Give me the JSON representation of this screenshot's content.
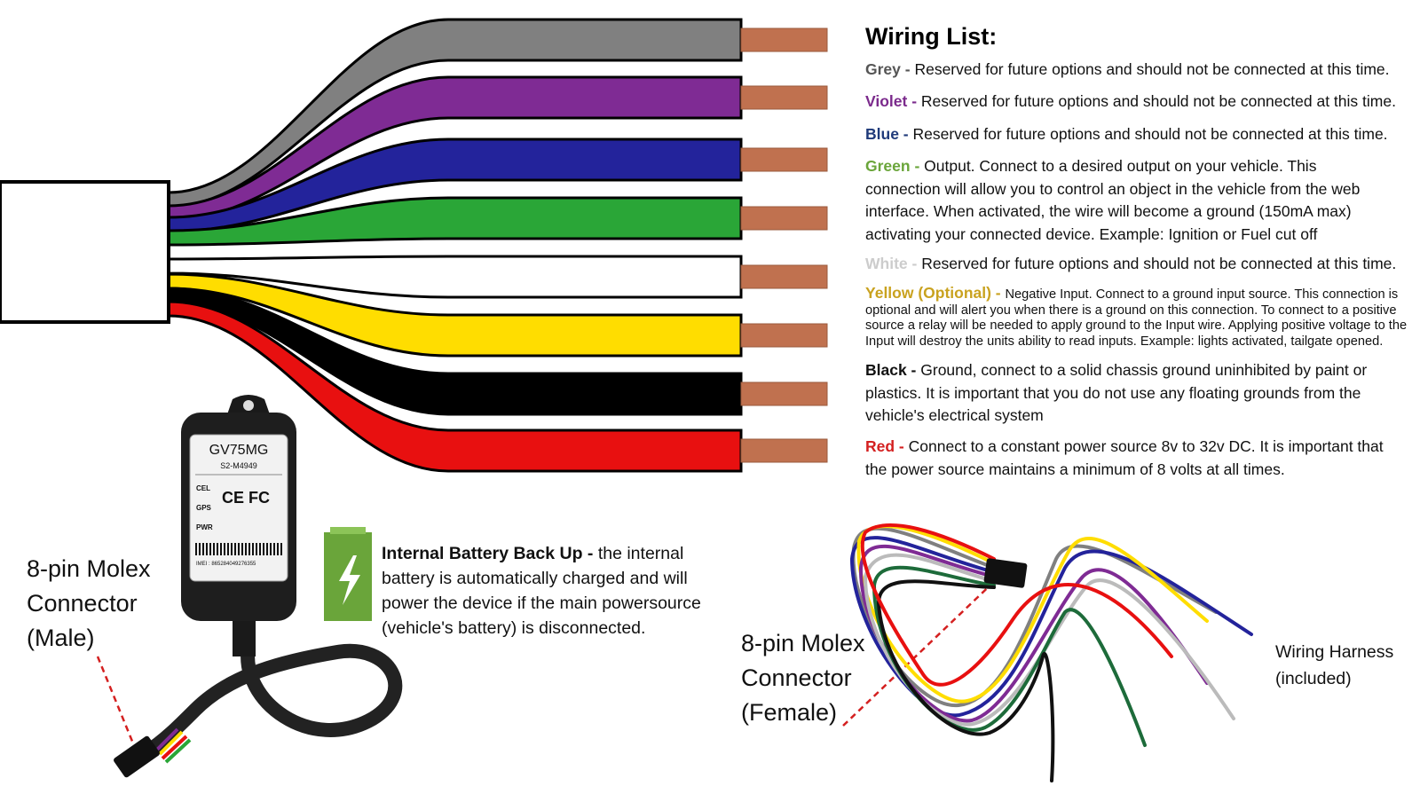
{
  "title": "Wiring List:",
  "wires": [
    {
      "name": "Grey - ",
      "color": "#808080",
      "label_color": "#555555",
      "text": "Reserved for future options and should not be connected at this time."
    },
    {
      "name": "Violet - ",
      "color": "#7f2b94",
      "label_color": "#7b2a8c",
      "text": "Reserved for future options and should not be connected at this time."
    },
    {
      "name": "Blue - ",
      "color": "#23239b",
      "label_color": "#1f3a7a",
      "text": "Reserved for future options and should not be connected at this time."
    },
    {
      "name": "Green - ",
      "color": "#2aa637",
      "label_color": "#6aa53a",
      "text": "Output. Connect to a desired output on your vehicle. This connection will allow you to control an object in the vehicle from the web interface. When activated, the wire will become a ground (150mA max) activating your connected device. Example: Ignition or Fuel cut off"
    },
    {
      "name": "White - ",
      "color": "#ffffff",
      "label_color": "#cccccc",
      "text": "Reserved for future options and should not be connected at this time."
    },
    {
      "name": "Yellow (Optional) - ",
      "color": "#ffdd00",
      "label_color": "#c9a21f",
      "text": "Negative Input. Connect to a ground input source. This connection is optional and will alert you when there is a ground on this connection. To connect to a positive source a relay will be needed to apply ground to the Input wire. Applying positive voltage to the Input will destroy the units ability to read inputs. Example: lights activated, tailgate opened."
    },
    {
      "name": "Black - ",
      "color": "#000000",
      "label_color": "#111111",
      "text": "Ground, connect to a solid chassis ground uninhibited by paint or plastics. It is important that you do not use any floating grounds from the vehicle's electrical system"
    },
    {
      "name": "Red - ",
      "color": "#e81010",
      "label_color": "#d42020",
      "text": "Connect to a constant power source 8v to 32v DC. It is important that the power source maintains a minimum of 8 volts at all times."
    }
  ],
  "copper_color": "#c0714f",
  "device": {
    "model": "GV75MG",
    "code": "S2-M4949",
    "leds": [
      "CEL",
      "GPS",
      "PWR"
    ],
    "marks": "CE FC",
    "imei": "IMEI : 865284049276355"
  },
  "connector_male_label": [
    "8-pin Molex",
    "Connector",
    "(Male)"
  ],
  "battery": {
    "title": "Internal Battery Back Up -",
    "text": "the internal battery is automatically charged and will power the device if the main powersource (vehicle's battery) is disconnected.",
    "color": "#6aa53a"
  },
  "connector_female_label": [
    "8-pin Molex",
    "Connector",
    "(Female)"
  ],
  "harness_label": [
    "Wiring Harness",
    "(included)"
  ],
  "pointer_color": "#d42020"
}
